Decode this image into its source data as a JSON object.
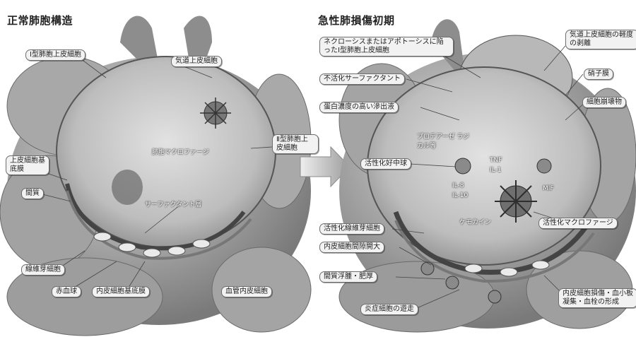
{
  "titles": {
    "left": "正常肺胞構造",
    "right": "急性肺損傷初期"
  },
  "left_labels": {
    "type1": "Ⅰ型肺胞上皮細胞",
    "airway": "気道上皮細胞",
    "alv_macro": "肺胞マクロファージ",
    "type2": "Ⅱ型肺胞上皮細胞",
    "basement": "上皮細胞基底膜",
    "interstitium": "間質",
    "surfactant": "サーファクタント層",
    "fibroblast": "線維芽細胞",
    "rbc": "赤血球",
    "endo_basement": "内皮細胞基底膜",
    "endothelium": "血管内皮細胞"
  },
  "right_labels": {
    "necrosis": "ネクローシスまたはアポトーシスに陥ったⅠ型肺胞上皮細胞",
    "airway_detach": "気道上皮細胞の軽度の剥離",
    "hyaline": "硝子膜",
    "inactive_surf": "不活化サーファクタント",
    "debris": "細胞崩壊物",
    "protein_exudate": "蛋白濃度の高い滲出液",
    "protease": "プロテアーゼ ラジカル等",
    "neutrophil": "活性化好中球",
    "tnf": "TNF",
    "il1": "IL-1",
    "il8": "IL-8",
    "il10": "IL-10",
    "mif": "MIF",
    "chemokine": "ケモカイン",
    "act_macro": "活性化マクロファージ",
    "act_fibro": "活性化線維芽細胞",
    "gap": "内皮細胞間隙開大",
    "edema": "間質浮腫・肥厚",
    "endo_injury": "内皮細胞損傷・血小板凝集・血栓の形成",
    "inflam_cells": "炎症細胞の遊走"
  },
  "colors": {
    "tissue": "#9a9a9a",
    "tissue_dark": "#5a5a5a",
    "alveolus": "#cfcfcf",
    "arrow": "#b5b5b5"
  }
}
